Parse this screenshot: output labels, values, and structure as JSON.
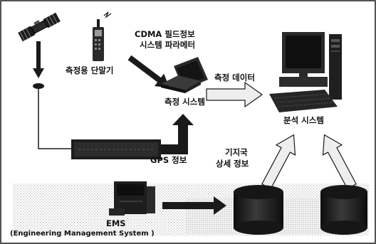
{
  "diagram": {
    "labels": {
      "cdma_line1": "CDMA 필드정보",
      "cdma_line2": "시스템 파라메터",
      "terminal": "측정용 단말기",
      "measure_system": "측정 시스템",
      "measure_data": "측정 데이터",
      "analysis_system": "분석 시스템",
      "gps_info": "GPS 정보",
      "base_station_line1": "기지국",
      "base_station_line2": "상세 정보",
      "ems_title": "EMS",
      "ems_full": "(Engineering Management System )"
    },
    "icons": [
      "satellite-icon",
      "gps-antenna-icon",
      "gps-receiver-icon",
      "mobile-phone-icon",
      "laptop-icon",
      "desktop-computer-icon",
      "ems-server-icon",
      "database-cylinder-icon"
    ],
    "colors": {
      "line": "#1a1a1a",
      "arrow_dark": "#1a1a1a",
      "arrow_light": "#e8e8e8",
      "dither": "#cfcfcf"
    }
  }
}
